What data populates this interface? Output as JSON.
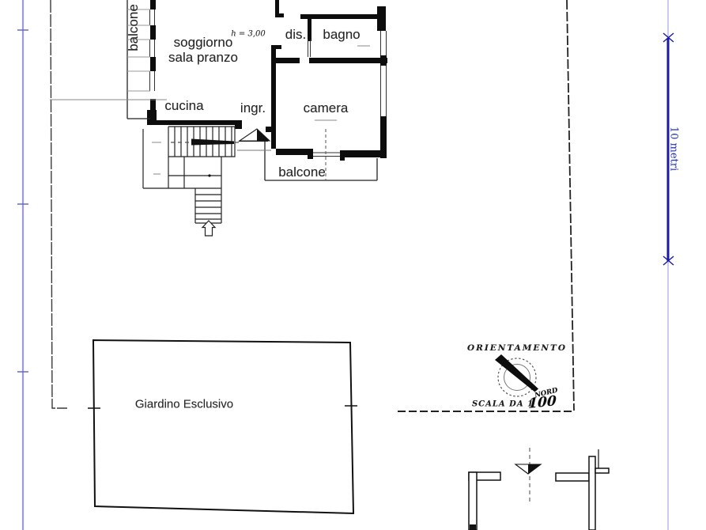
{
  "rooms": {
    "balcone_left": "balcone",
    "soggiorno_line1": "soggiorno",
    "soggiorno_line2": "sala pranzo",
    "cucina": "cucina",
    "ingresso": "ingr.",
    "disimpegno": "dis.",
    "bagno": "bagno",
    "camera": "camera",
    "balcone_bottom": "balcone",
    "giardino": "Giardino Esclusivo"
  },
  "annotations": {
    "height_note": "h = 3,00"
  },
  "compass": {
    "title": "ORIENTAMENTO",
    "north_label": "NORD",
    "scale_label": "SCALA DA 1",
    "scale_value": "100"
  },
  "scale_bar": {
    "label": "10 metri"
  },
  "colors": {
    "ink": "#111111",
    "label_text": "#262626",
    "ruler_light": "#9a9ade",
    "ruler_dark": "#1818aa",
    "blue_text": "#2233aa",
    "paper": "#ffffff"
  }
}
